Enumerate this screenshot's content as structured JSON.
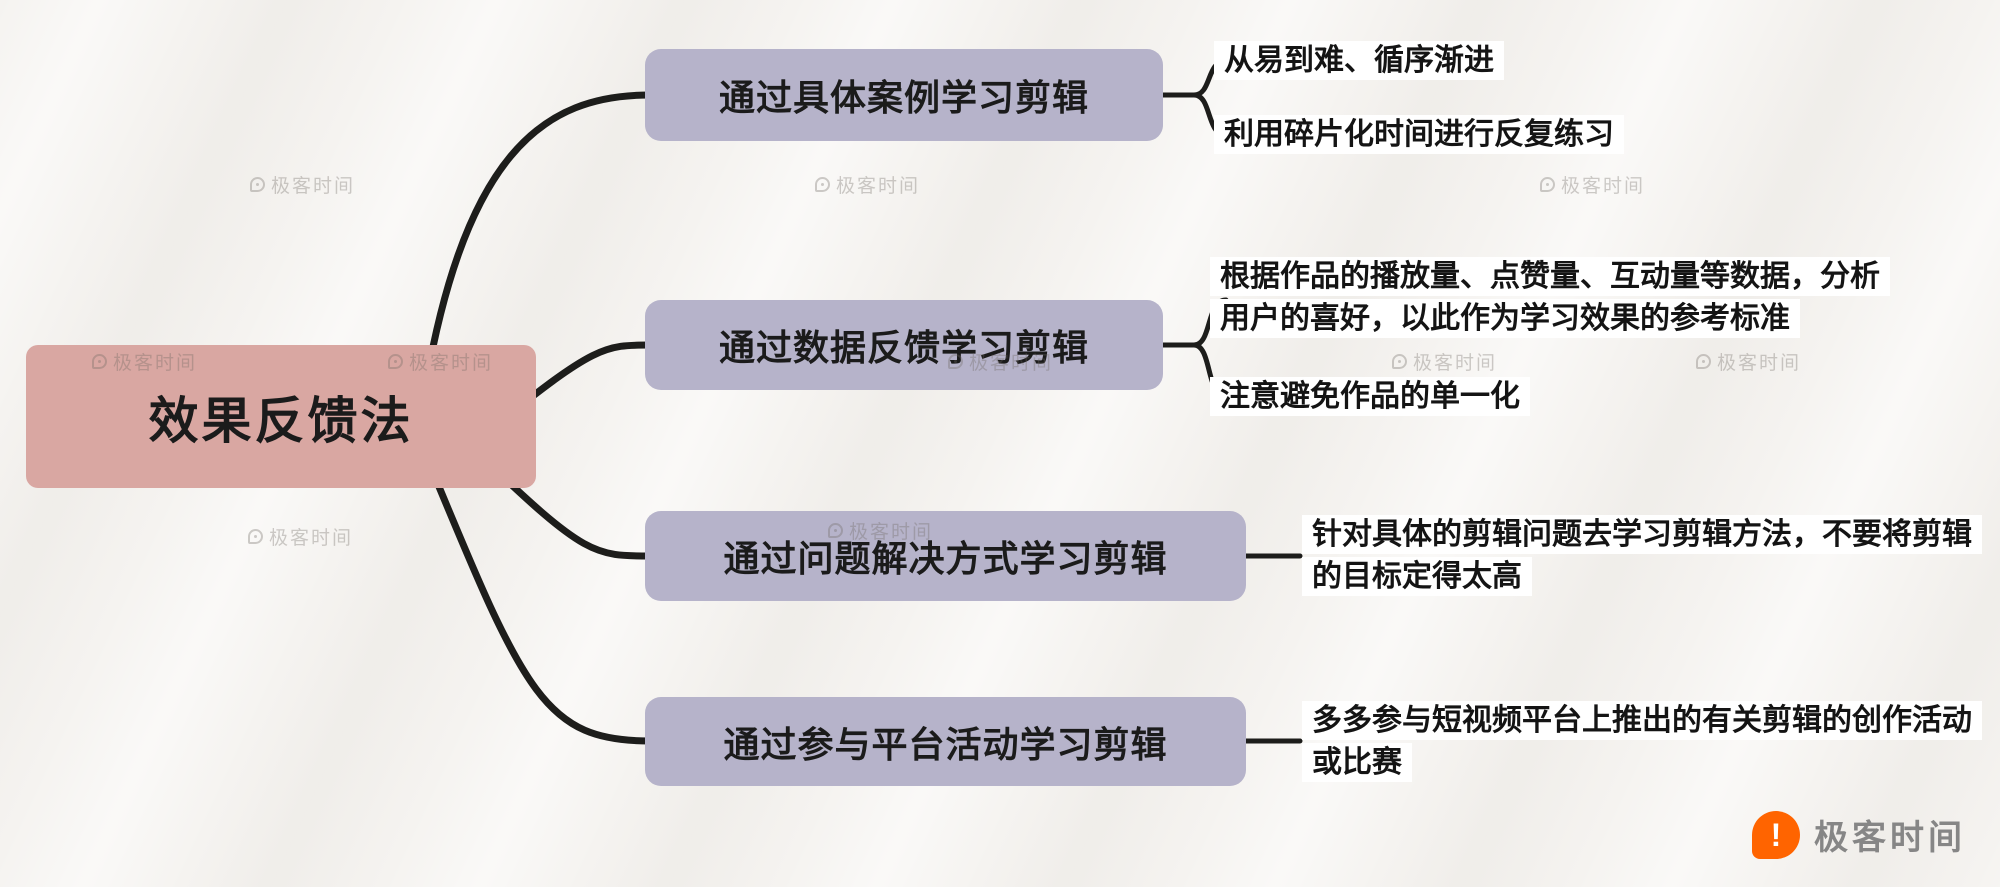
{
  "root": {
    "label": "效果反馈法"
  },
  "branches": [
    {
      "label": "通过具体案例学习剪辑",
      "leaves": [
        "从易到难、循序渐进",
        "利用碎片化时间进行反复练习"
      ]
    },
    {
      "label": "通过数据反馈学习剪辑",
      "leaves": [
        "根据作品的播放量、点赞量、互动量等数据，分析用户的喜好，以此作为学习效果的参考标准",
        "注意避免作品的单一化"
      ]
    },
    {
      "label": "通过问题解决方式学习剪辑",
      "leaves": [
        "针对具体的剪辑问题去学习剪辑方法，不要将剪辑的目标定得太高"
      ]
    },
    {
      "label": "通过参与平台活动学习剪辑",
      "leaves": [
        "多多参与短视频平台上推出的有关剪辑的创作活动或比赛"
      ]
    }
  ],
  "watermark": {
    "text": "极客时间"
  },
  "brand": {
    "name": "极客时间",
    "mark": "!"
  },
  "colors": {
    "background": "#f5f3f0",
    "root_fill": "#d9a7a2",
    "branch_fill": "#b6b3ca",
    "line": "#1d1d1b",
    "leaf_highlight": "#ffffff",
    "brand_orange": "#ff6400"
  }
}
